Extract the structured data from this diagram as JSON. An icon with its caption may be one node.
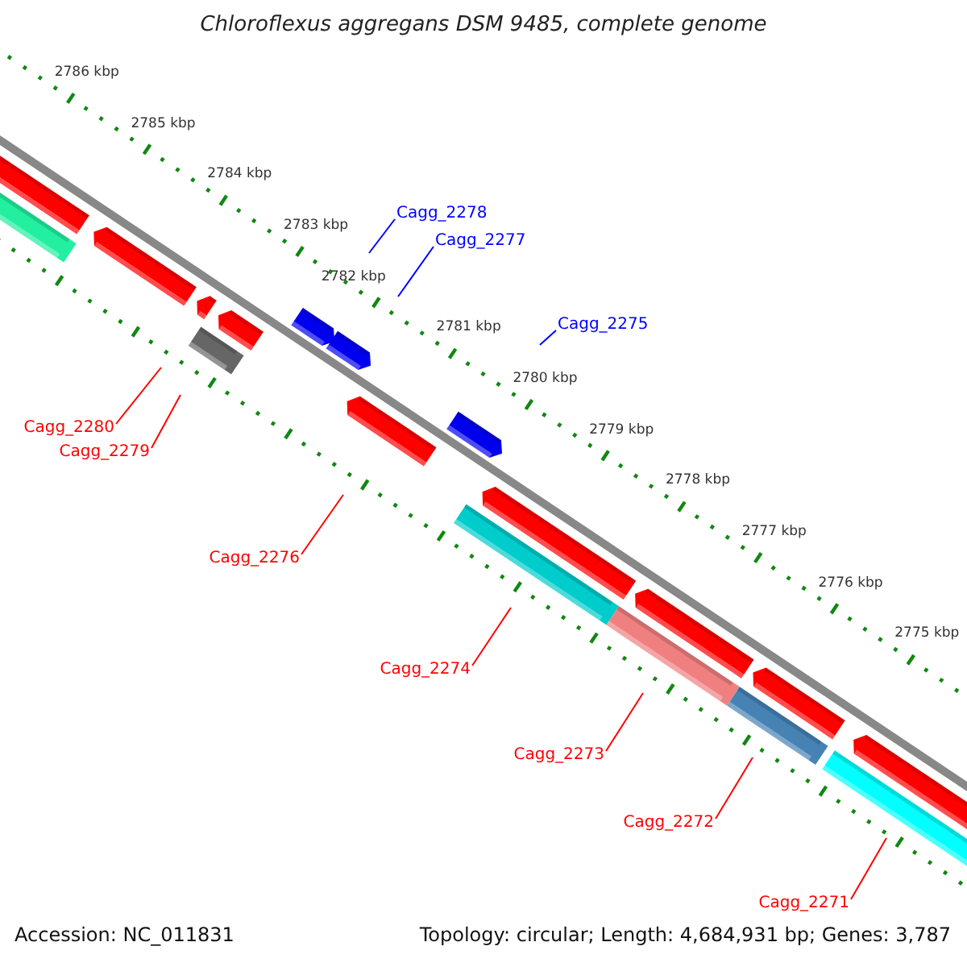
{
  "diagram": {
    "title": "Chloroflexus aggregans DSM 9485, complete genome",
    "nodes": [
      {
        "text": [
          "Cagg_2278"
        ]
      },
      {
        "text": [
          "Cagg_2277"
        ]
      },
      {
        "text": [
          "Cagg_2275"
        ]
      },
      {
        "text": [
          "Cagg_2280"
        ]
      },
      {
        "text": [
          "Cagg_2279"
        ]
      },
      {
        "text": [
          "Cagg_2276"
        ]
      },
      {
        "text": [
          "Cagg_2274"
        ]
      },
      {
        "text": [
          "Cagg_2273"
        ]
      },
      {
        "text": [
          "Cagg_2272"
        ]
      },
      {
        "text": [
          "Cagg_2271"
        ]
      }
    ],
    "edges": [
      {
        "from": 0,
        "to": null,
        "arrow": "none",
        "color": "#0000ff"
      },
      {
        "from": 1,
        "to": null,
        "arrow": "none",
        "color": "#0000ff"
      },
      {
        "from": 2,
        "to": null,
        "arrow": "none",
        "color": "#0000ff"
      },
      {
        "from": 3,
        "to": null,
        "arrow": "none"
      },
      {
        "from": 4,
        "to": null,
        "arrow": "none"
      },
      {
        "from": 5,
        "to": null,
        "arrow": "none"
      },
      {
        "from": 6,
        "to": null,
        "arrow": "none"
      },
      {
        "from": 7,
        "to": null,
        "arrow": "none"
      },
      {
        "from": 8,
        "to": null,
        "arrow": "none"
      },
      {
        "from": 9,
        "to": null,
        "arrow": "none"
      }
    ],
    "labels": [
      "2786 kbp",
      "2785 kbp",
      "2784 kbp",
      "2783 kbp",
      "2782 kbp",
      "2781 kbp",
      "2780 kbp",
      "2779 kbp",
      "2778 kbp",
      "2777 kbp",
      "2776 kbp",
      "2775 kbp",
      "Accession: NC_011831",
      "Topology: circular; Length: 4,684,931 bp; Genes: 3,787"
    ]
  }
}
